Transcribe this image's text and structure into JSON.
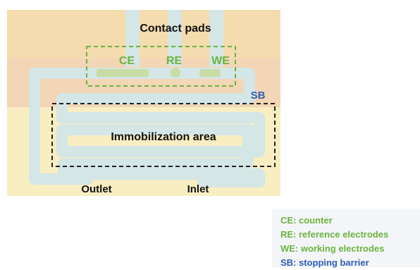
{
  "diagram": {
    "contact_pads": "Contact pads",
    "ce": "CE",
    "re": "RE",
    "we": "WE",
    "sb": "SB",
    "immobilization_area": "Immobilization area",
    "outlet": "Outlet",
    "inlet": "Inlet"
  },
  "legend": {
    "items": [
      "CE: counter",
      "RE:  reference  electrodes",
      "WE: working electrodes",
      "SB:  stopping barrier"
    ]
  },
  "colors": {
    "band_top": "#f4dcae",
    "band_middle": "#f2d6b6",
    "band_bottom": "#f8eec2",
    "channel": "#d4e6e6",
    "electrode_green": "#6cb33f",
    "sb_blue": "#2f5fb4",
    "legend_bg": "#f4f5f8"
  }
}
